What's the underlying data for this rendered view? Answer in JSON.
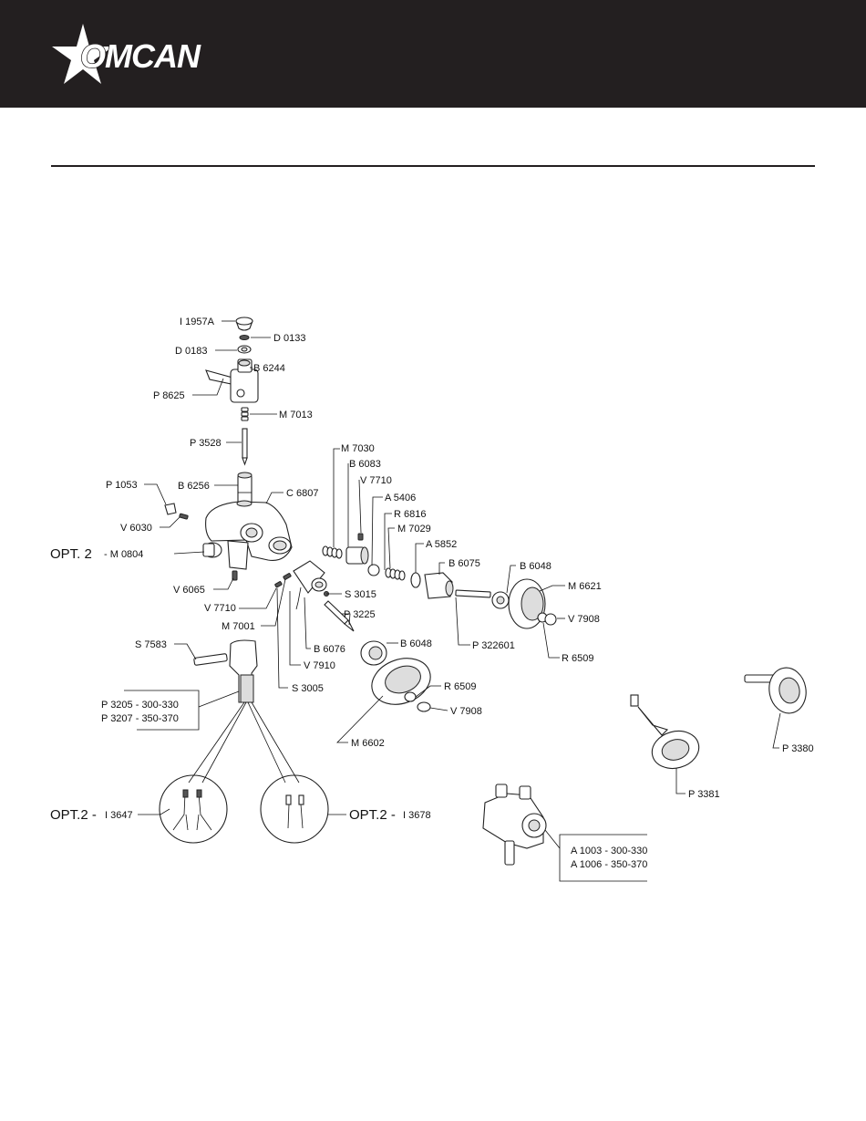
{
  "header": {
    "brand": "OMCAN"
  },
  "parts": {
    "i1957a": "I 1957A",
    "d0133": "D 0133",
    "d0183": "D 0183",
    "b6244": "B 6244",
    "p8625": "P 8625",
    "m7013": "M 7013",
    "p3528": "P 3528",
    "p1053": "P 1053",
    "b6256": "B 6256",
    "c6807": "C 6807",
    "v6030": "V 6030",
    "opt2_a": "OPT. 2",
    "m0804": "- M 0804",
    "v6065": "V 6065",
    "v7710_a": "V 7710",
    "m7001": "M 7001",
    "m7030": "M 7030",
    "b6083": "B 6083",
    "v7710_b": "V 7710",
    "a5406": "A 5406",
    "r6816": "R 6816",
    "m7029": "M 7029",
    "a5852": "A 5852",
    "b6075": "B 6075",
    "b6048_a": "B 6048",
    "m6621": "M 6621",
    "v7908_a": "V 7908",
    "r6509_a": "R 6509",
    "p322601": "P 322601",
    "s3015": "S 3015",
    "p3225": "P 3225",
    "b6076": "B 6076",
    "v7910": "V 7910",
    "s3005": "S 3005",
    "b6048_b": "B 6048",
    "r6509_b": "R 6509",
    "v7908_b": "V 7908",
    "m6602": "M 6602",
    "s7583": "S 7583",
    "p3205": "P 3205 -   300-330",
    "p3207": "P 3207 -   350-370",
    "opt2_b": "OPT.2 -",
    "i3647": "I 3647",
    "opt2_c": "OPT.2 -",
    "i3678": "I 3678",
    "p3381": "P 3381",
    "p3380": "P 3380",
    "a1003": "A 1003 -   300-330",
    "a1006": "A 1006 -   350-370"
  }
}
